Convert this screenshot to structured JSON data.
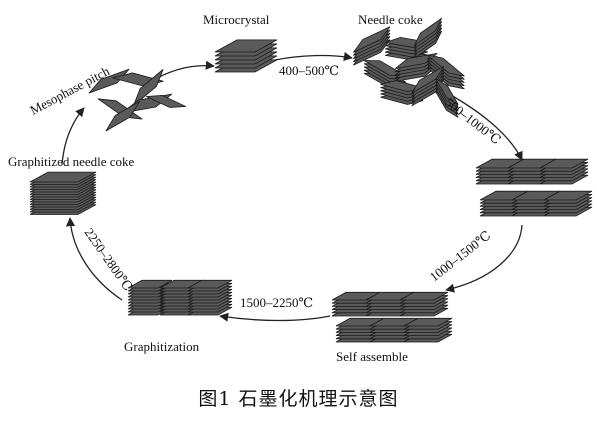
{
  "figure": {
    "caption": "图1 石墨化机理示意图",
    "stages": {
      "mesophase": "Mesophase pitch",
      "microcrystal": "Microcrystal",
      "needle_coke": "Needle coke",
      "self_assemble": "Self assemble",
      "graphitization": "Graphitization",
      "graphitized": "Graphitized needle coke"
    },
    "temperatures": {
      "t1": "400–500℃",
      "t2": "500–1000℃",
      "t3": "1000–1500℃",
      "t4": "1500–2250℃",
      "t5": "2250–2800℃"
    }
  },
  "colors": {
    "plate_fill": "#5a5a5a",
    "plate_edge": "#1a1a1a",
    "arrow": "#222222"
  }
}
